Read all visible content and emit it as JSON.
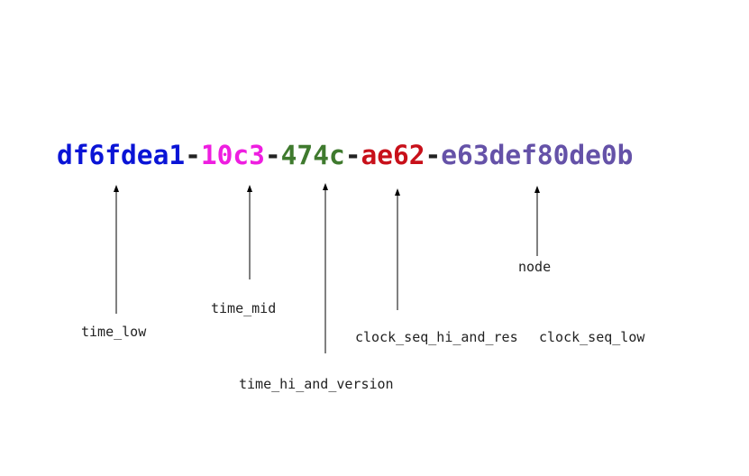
{
  "uuid": {
    "segments": [
      {
        "id": "time_low",
        "text": "df6fdea1",
        "color": "#0a14d6"
      },
      {
        "id": "time_mid",
        "text": "10c3",
        "color": "#ee1ee0"
      },
      {
        "id": "time_hi_and_version",
        "text": "474c",
        "color": "#3f7a2e"
      },
      {
        "id": "clock_seq",
        "text": "ae62",
        "color": "#c8101a"
      },
      {
        "id": "node",
        "text": "e63def80de0b",
        "color": "#6552a8"
      }
    ],
    "separator": "-",
    "separator_color": "#222222"
  },
  "labels": {
    "time_low": "time_low",
    "time_mid": "time_mid",
    "time_hi_and_version": "time_hi_and_version",
    "clock_seq_hi_and_res": "clock_seq_hi_and_res",
    "clock_seq_low": "clock_seq_low",
    "node": "node"
  },
  "colors": {
    "arrow": "#000000",
    "label_text": "#222222",
    "background": "#ffffff"
  }
}
